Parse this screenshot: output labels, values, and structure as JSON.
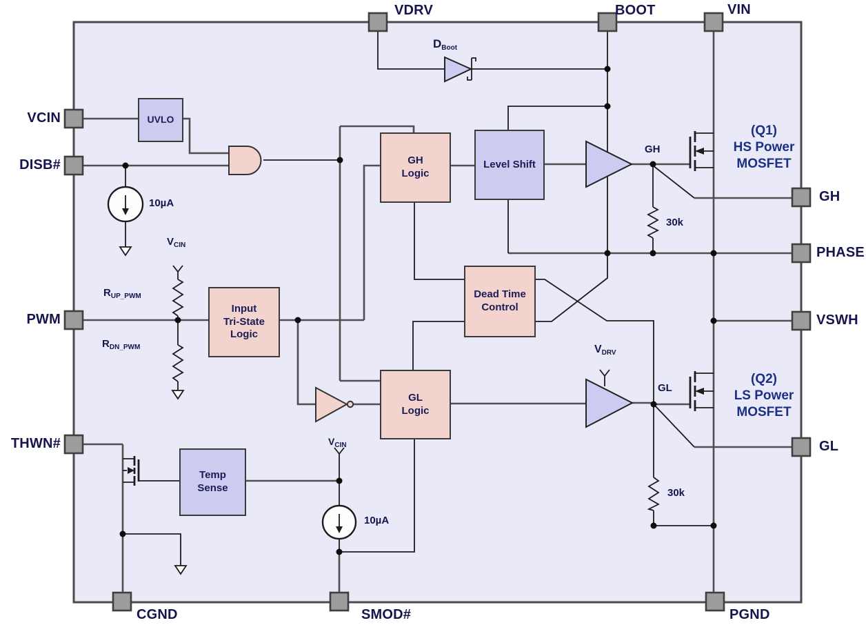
{
  "pins": {
    "top": [
      "VDRV",
      "BOOT",
      "VIN"
    ],
    "left": [
      "VCIN",
      "DISB#",
      "PWM",
      "THWN#"
    ],
    "right": [
      "GH",
      "PHASE",
      "VSWH",
      "GL"
    ],
    "bottom": [
      "CGND",
      "SMOD#",
      "PGND"
    ]
  },
  "blocks": {
    "uvlo": "UVLO",
    "gh_logic": "GH\nLogic",
    "level_shift": "Level Shift",
    "dead_time": "Dead Time\nControl",
    "tri_state": "Input\nTri-State\nLogic",
    "gl_logic": "GL\nLogic",
    "temp_sense": "Temp\nSense"
  },
  "labels": {
    "d_boot": {
      "main": "D",
      "sub": "Boot"
    },
    "v_cin": {
      "main": "V",
      "sub": "CIN"
    },
    "v_drv": {
      "main": "V",
      "sub": "DRV"
    },
    "r_up": {
      "main": "R",
      "sub": "UP_PWM"
    },
    "r_dn": {
      "main": "R",
      "sub": "DN_PWM"
    },
    "i_disb": "10µA",
    "i_smod": "10µA",
    "r_gh": "30k",
    "r_gl": "30k",
    "gh_node": "GH",
    "gl_node": "GL",
    "q1": "(Q1)\nHS Power\nMOSFET",
    "q2": "(Q2)\nLS Power\nMOSFET"
  },
  "colors": {
    "box_fill": "#e9e9f7",
    "block_pink": "#f2d3cd",
    "block_purple": "#ccccf0",
    "pin_gray": "#9c9c9c",
    "wire": "#4f4f4f",
    "text": "#15154d"
  }
}
